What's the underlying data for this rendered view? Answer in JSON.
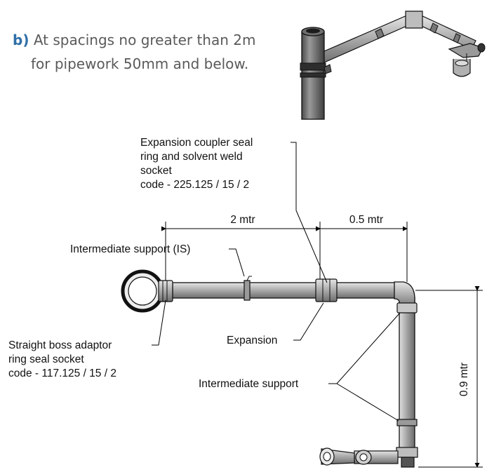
{
  "caption": {
    "marker": "b)",
    "line1": "At spacings no greater than 2m",
    "line2": "for pipework 50mm and below."
  },
  "labels": {
    "expansion_coupler": [
      "Expansion coupler seal",
      "ring and solvent weld",
      "socket",
      "code - 225.125 / 15 / 2"
    ],
    "intermediate_support_is": "Intermediate support (IS)",
    "straight_boss_adaptor": [
      "Straight boss adaptor",
      "ring seal socket",
      "code - 117.125 / 15 / 2"
    ],
    "expansion": "Expansion",
    "intermediate_support": "Intermediate support"
  },
  "dimensions": {
    "horizontal_span_1": "2 mtr",
    "horizontal_span_2": "0.5 mtr",
    "vertical_span": "0.9 mtr"
  }
}
